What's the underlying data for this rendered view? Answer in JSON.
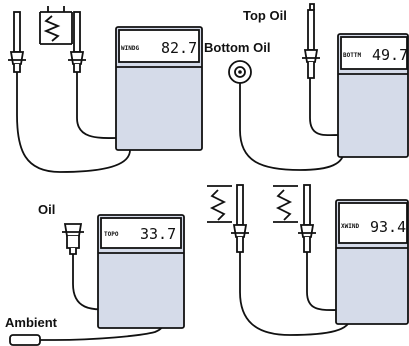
{
  "labels": {
    "top_oil": "Top Oil",
    "bottom_oil": "Bottom Oil",
    "oil": "Oil",
    "ambient": "Ambient"
  },
  "meters": [
    {
      "id": "winding-1",
      "tag": "WINDG",
      "value": "82.7"
    },
    {
      "id": "bottom",
      "tag": "BOTTM",
      "value": "49.7"
    },
    {
      "id": "top-oil",
      "tag": "TOPO",
      "value": "33.7"
    },
    {
      "id": "winding-2",
      "tag": "XWIND",
      "value": "93.4"
    }
  ],
  "colors": {
    "meter_body": "#d5dbe9",
    "line": "#111111",
    "background": "#ffffff"
  },
  "icons": [
    "probe-icon",
    "coil-icon",
    "oil-port-icon",
    "ambient-sensor-icon"
  ]
}
